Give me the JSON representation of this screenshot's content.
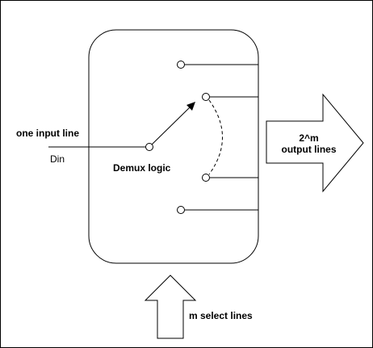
{
  "diagram": {
    "input_label": "one input line",
    "input_name": "Din",
    "logic_label": "Demux logic",
    "output_label_line1": "2^m",
    "output_label_line2": "output lines",
    "select_label": "m select lines"
  }
}
